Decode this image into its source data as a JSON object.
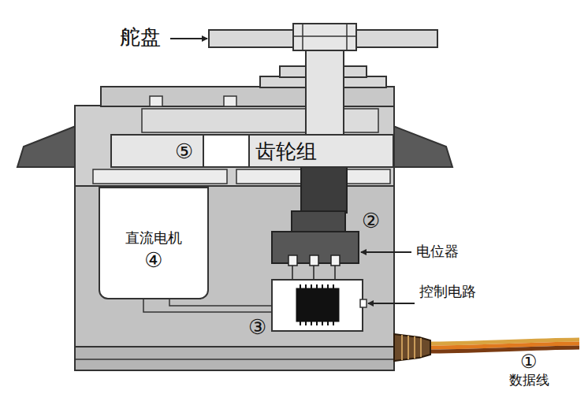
{
  "diagram": {
    "nodes": [
      {
        "text": [
          "⑤",
          "齿轮组"
        ]
      },
      {
        "text": [
          "直流电机",
          "④"
        ]
      }
    ],
    "labels": [
      "舵盘",
      "②",
      "电位器",
      "控制电路",
      "③",
      "①",
      "数据线"
    ]
  }
}
